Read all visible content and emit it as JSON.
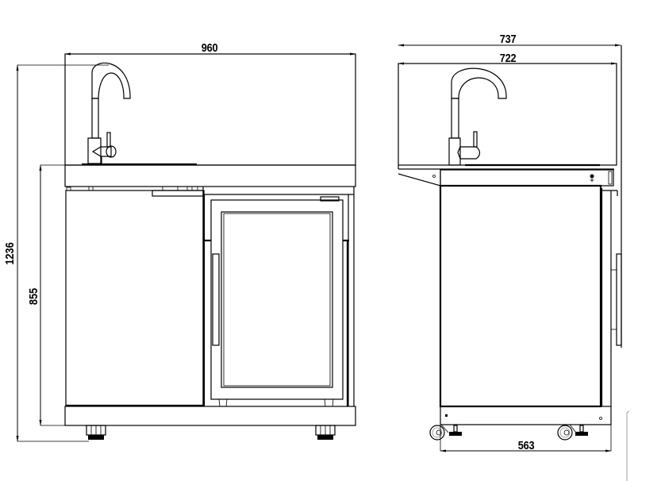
{
  "drawing": {
    "type": "technical dimension drawing",
    "views": [
      {
        "name": "front-view",
        "dimensions": {
          "overall_width": "960",
          "overall_height": "1236",
          "counter_height": "855"
        }
      },
      {
        "name": "side-view",
        "dimensions": {
          "overall_depth": "737",
          "counter_depth": "722",
          "base_depth": "563"
        }
      }
    ]
  }
}
